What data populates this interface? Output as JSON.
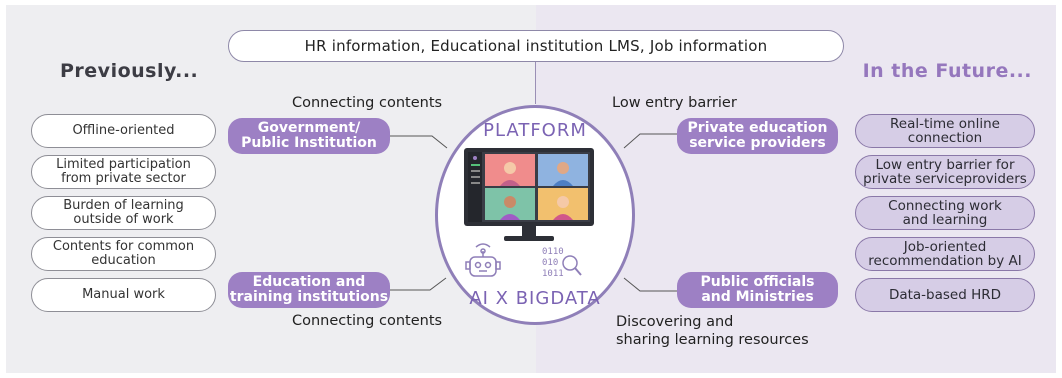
{
  "top_bar": "HR information, Educational institution LMS, Job information",
  "left_heading": "Previously...",
  "right_heading": "In the Future...",
  "left_items": [
    [
      "Offline-oriented"
    ],
    [
      "Limited participation",
      "from private sector"
    ],
    [
      "Burden of learning",
      "outside of work"
    ],
    [
      "Contents for common",
      "education"
    ],
    [
      "Manual work"
    ]
  ],
  "right_items": [
    [
      "Real-time online",
      "connection"
    ],
    [
      "Low entry barrier for",
      "private serviceproviders"
    ],
    [
      "Connecting work",
      "and learning"
    ],
    [
      "Job-oriented",
      "recommendation by AI"
    ],
    [
      "Data-based HRD"
    ]
  ],
  "nodes": {
    "top_left": {
      "lines": [
        "Government/",
        "Public Institution"
      ],
      "caption": "Connecting contents"
    },
    "bottom_left": {
      "lines": [
        "Education and",
        "training institutions"
      ],
      "caption": "Connecting contents"
    },
    "top_right": {
      "lines": [
        "Private education",
        "service providers"
      ],
      "caption": "Low entry barrier"
    },
    "bottom_right": {
      "lines": [
        "Public officials",
        "and Ministries"
      ],
      "caption": [
        "Discovering and",
        "sharing learning resources"
      ]
    }
  },
  "platform": {
    "title": "PLATFORM",
    "subtitle": "AI X BIGDATA",
    "bigdata_glyphs": [
      "0110",
      "010",
      "1011"
    ]
  },
  "colors": {
    "purple": "#9d80c4",
    "circle_border": "#8f7fb8",
    "left_bg": "#eeeef1",
    "right_bg": "#ebe7f1",
    "right_pill": "#d6cde6"
  }
}
